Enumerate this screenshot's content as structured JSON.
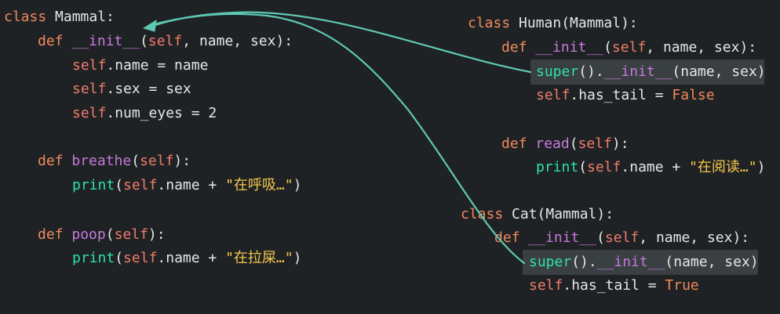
{
  "code": {
    "mammal": {
      "class_kw": "class",
      "class_name": " Mammal:",
      "init_def": "def",
      "init_name": "__init__",
      "init_params": "self",
      "init_rest": ", name, sex):",
      "l_name_self": "self",
      "l_name_rest": ".name = name",
      "l_sex_self": "self",
      "l_sex_rest": ".sex = sex",
      "l_eyes_self": "self",
      "l_eyes_rest": ".num_eyes = 2",
      "breathe_def": "def",
      "breathe_name": "breathe",
      "breathe_self": "self",
      "breathe_close": "):",
      "breathe_print": "print",
      "breathe_self2": "self",
      "breathe_mid": ".name + ",
      "breathe_str": "\"在呼吸…\"",
      "breathe_end": ")",
      "poop_def": "def",
      "poop_name": "poop",
      "poop_self": "self",
      "poop_close": "):",
      "poop_print": "print",
      "poop_self2": "self",
      "poop_mid": ".name + ",
      "poop_str": "\"在拉屎…\"",
      "poop_end": ")"
    },
    "human": {
      "class_kw": "class",
      "class_name": " Human(Mammal):",
      "init_def": "def",
      "init_name": "__init__",
      "init_self": "self",
      "init_rest": ", name, sex):",
      "super_kw": "super",
      "super_rest": "().",
      "super_init": "__init__",
      "super_args": "(name, sex)",
      "tail_self": "self",
      "tail_mid": ".has_tail = ",
      "tail_val": "False",
      "read_def": "def",
      "read_name": "read",
      "read_self": "self",
      "read_close": "):",
      "read_print": "print",
      "read_self2": "self",
      "read_mid": ".name + ",
      "read_str": "\"在阅读…\"",
      "read_end": ")"
    },
    "cat": {
      "class_kw": "class",
      "class_name": " Cat(Mammal):",
      "init_def": "def",
      "init_name": "__init__",
      "init_self": "self",
      "init_rest": ", name, sex):",
      "super_kw": "super",
      "super_rest": "().",
      "super_init": "__init__",
      "super_args": "(name, sex)",
      "tail_self": "self",
      "tail_mid": ".has_tail = ",
      "tail_val": "True"
    }
  },
  "colors": {
    "background": "#1f2224",
    "keyword": "#f08a5d",
    "function": "#c679dd",
    "self": "#ef7c6a",
    "builtin": "#2ee3a3",
    "string": "#f5c84c",
    "arrow": "#5ec9b4"
  }
}
